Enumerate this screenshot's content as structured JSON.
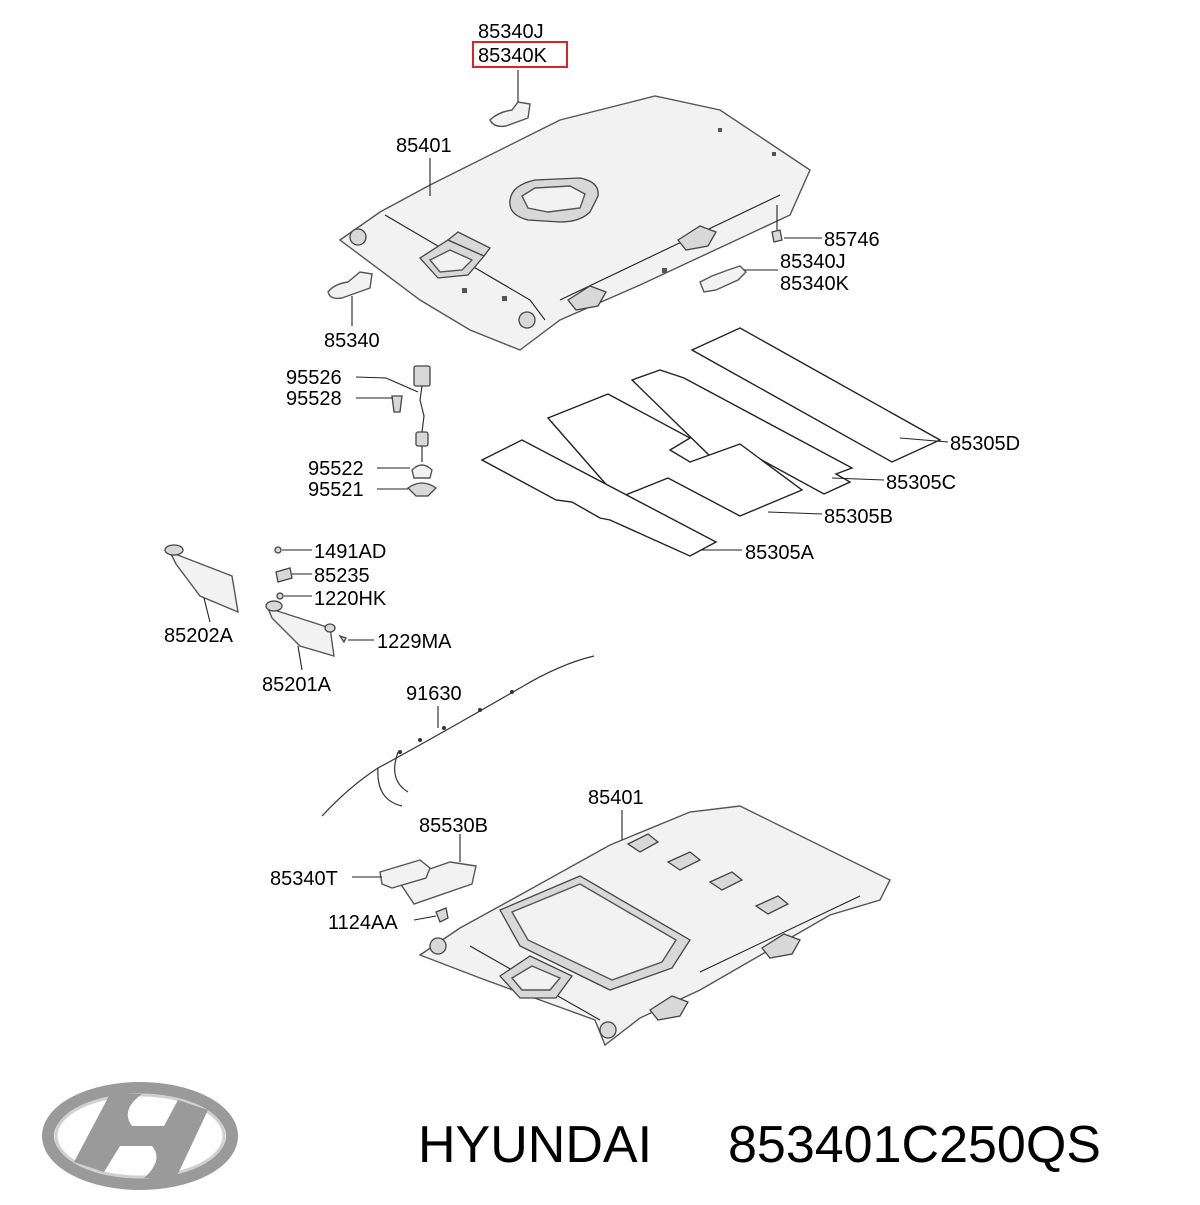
{
  "diagram": {
    "labels": {
      "top_j": "85340J",
      "top_k": "85340K",
      "head1": "85401",
      "clip": "85746",
      "side_j": "85340J",
      "side_k": "85340K",
      "handle_l": "85340",
      "l95526": "95526",
      "l95528": "95528",
      "l95522": "95522",
      "l95521": "95521",
      "pD": "85305D",
      "pC": "85305C",
      "pB": "85305B",
      "pA": "85305A",
      "l1491": "1491AD",
      "l85235": "85235",
      "l1220": "1220HK",
      "l1229": "1229MA",
      "visor_a": "85202A",
      "visor_b": "85201A",
      "harness": "91630",
      "head2": "85401",
      "l85530": "85530B",
      "l85340t": "85340T",
      "l1124": "1124AA"
    },
    "highlight_color": "#d6262b"
  },
  "footer": {
    "brand": "HYUNDAI",
    "part_number": "853401C250QS"
  }
}
